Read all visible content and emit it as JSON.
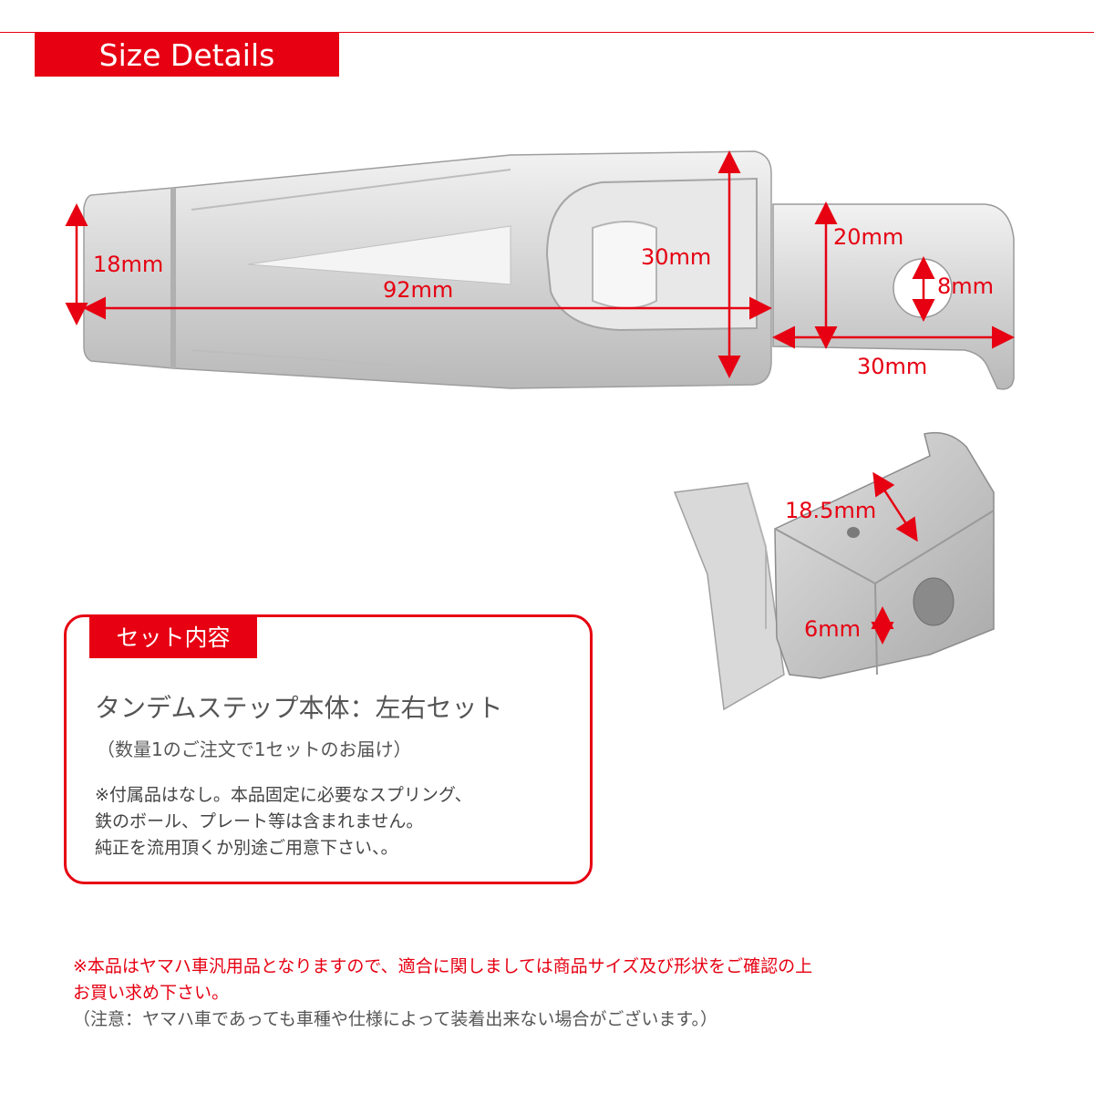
{
  "header": {
    "title": "Size Details"
  },
  "dimensions": {
    "d18": "18mm",
    "d92": "92mm",
    "d30_body": "30mm",
    "d20": "20mm",
    "d8": "8mm",
    "d30_tab": "30mm",
    "d18_5": "18.5mm",
    "d6": "6mm"
  },
  "contents_box": {
    "tab_label": "セット内容",
    "line1": "タンデムステップ本体：左右セット",
    "line2": "（数量1のご注文で1セットのお届け）",
    "note_lines": [
      "※付属品はなし。本品固定に必要なスプリング、",
      "鉄のボール、プレート等は含まれません。",
      "純正を流用頂くか別途ご用意下さい、。"
    ]
  },
  "footer": {
    "warning_lines": [
      "※本品はヤマハ車汎用品となりますので、適合に関しましては商品サイズ及び形状をご確認の上",
      "お買い求め下さい。"
    ],
    "caution": "（注意：ヤマハ車であっても車種や仕様によって装着出来ない場合がございます。）"
  },
  "colors": {
    "accent": "#e60012",
    "text": "#555555",
    "metal": "#c9c9c9"
  }
}
